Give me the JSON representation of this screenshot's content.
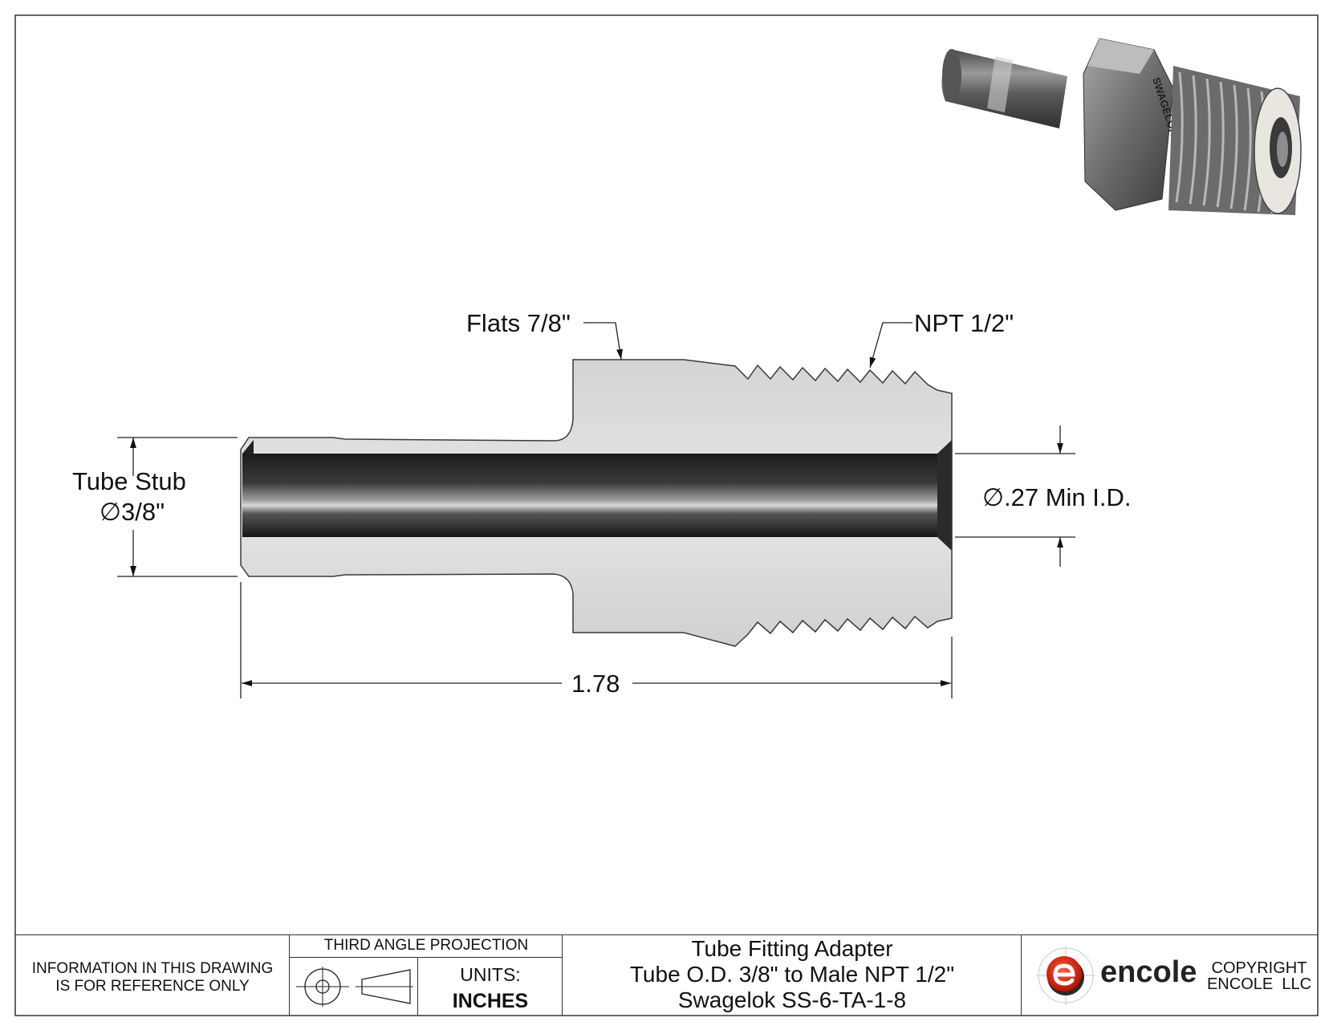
{
  "drawing": {
    "dimensions": {
      "flats": "Flats 7/8\"",
      "npt": "NPT 1/2\"",
      "tube_stub_label": "Tube Stub",
      "tube_stub_diameter": "3/8\"",
      "min_id": ".27 Min I.D.",
      "overall_length": "1.78"
    },
    "diameter_symbol": "∅",
    "render_marking": "SWAGELOK"
  },
  "title_block": {
    "disclaimer_line1": "INFORMATION IN THIS DRAWING",
    "disclaimer_line2": "IS FOR REFERENCE ONLY",
    "projection_label": "THIRD ANGLE PROJECTION",
    "units_label": "UNITS:",
    "units_value": "INCHES",
    "title_line1": "Tube Fitting Adapter",
    "title_line2": "Tube O.D. 3/8\" to Male NPT 1/2\"",
    "title_line3": "Swagelok SS-6-TA-1-8",
    "brand_name": "encole",
    "copyright_line1": "COPYRIGHT",
    "copyright_line2": "ENCOLE  LLC"
  }
}
